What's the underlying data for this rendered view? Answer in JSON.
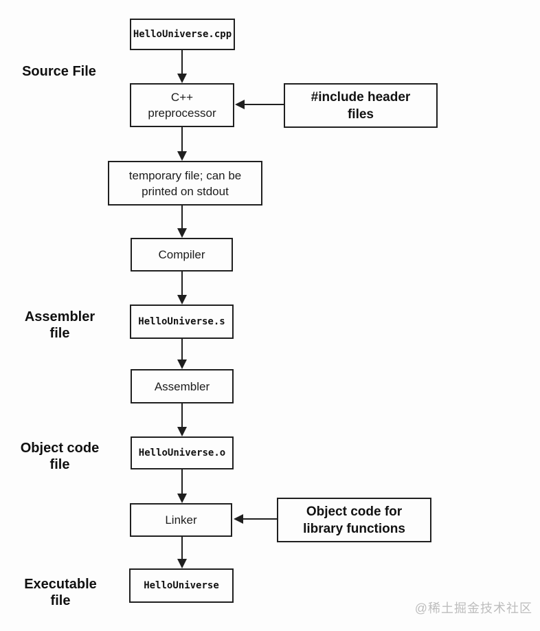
{
  "flow": {
    "cpp": {
      "label": "HelloUniverse.cpp"
    },
    "preprocessor": {
      "lines": [
        "C++",
        "preprocessor"
      ]
    },
    "include_headers": {
      "lines": [
        "#include header",
        "files"
      ]
    },
    "temp_file": {
      "lines": [
        "temporary file; can be",
        "printed on stdout"
      ]
    },
    "compiler": {
      "label": "Compiler"
    },
    "assembly_file": {
      "label": "HelloUniverse.s"
    },
    "assembler": {
      "label": "Assembler"
    },
    "object_file": {
      "label": "HelloUniverse.o"
    },
    "linker": {
      "label": "Linker"
    },
    "object_library": {
      "lines": [
        "Object code for",
        "library functions"
      ]
    },
    "executable": {
      "label": "HelloUniverse"
    }
  },
  "stage_labels": {
    "source": {
      "lines": [
        "Source File"
      ]
    },
    "assembler": {
      "lines": [
        "Assembler",
        "file"
      ]
    },
    "object": {
      "lines": [
        "Object code",
        "file"
      ]
    },
    "executable": {
      "lines": [
        "Executable",
        "file"
      ]
    }
  },
  "watermark": {
    "text": "@稀土掘金技术社区"
  },
  "colors": {
    "line": "#1f1f1f",
    "text": "#141414",
    "background": "#fdfdfd",
    "watermark": "#bdbdbd"
  }
}
